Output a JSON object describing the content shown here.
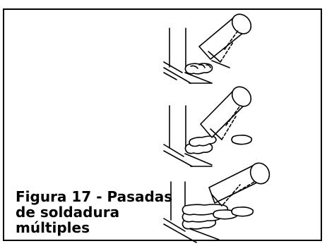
{
  "figure": {
    "caption_lines": [
      "Figura 17 - Pasadas",
      "de soldadura",
      "múltiples"
    ],
    "illustrations": [
      {
        "id": "single-pass-weld",
        "description_icon": "weld-joint-root-pass-icon"
      },
      {
        "id": "double-pass-weld",
        "description_icon": "weld-joint-second-pass-icon"
      },
      {
        "id": "multi-pass-weld",
        "description_icon": "weld-joint-multiple-pass-icon"
      }
    ]
  }
}
